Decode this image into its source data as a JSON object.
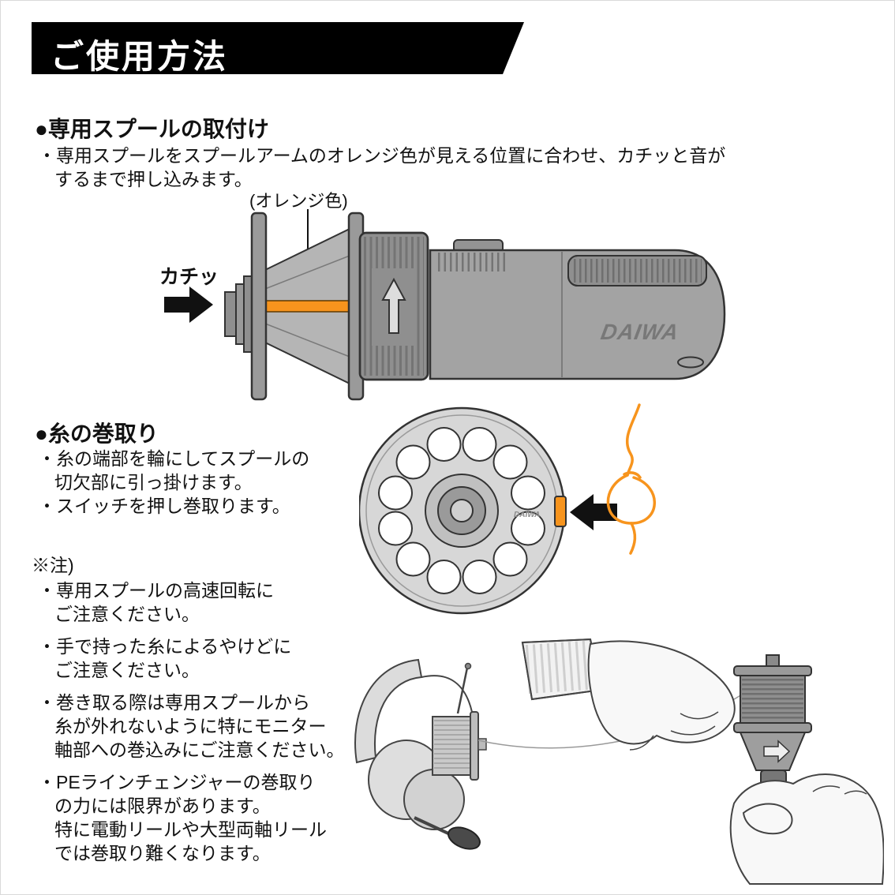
{
  "header": {
    "title": "ご使用方法"
  },
  "spool_section": {
    "heading": "●専用スプールの取付け",
    "body_line1": "・専用スプールをスプールアームのオレンジ色が見える位置に合わせ、カチッと音が",
    "body_line2": "するまで押し込みます。",
    "orange_label": "(オレンジ色)",
    "click_label": "カチッ",
    "brand": "DAIWA"
  },
  "winding_section": {
    "heading": "●糸の巻取り",
    "bullet1_line1": "・糸の端部を輪にしてスプールの",
    "bullet1_line2": "切欠部に引っ掛けます。",
    "bullet2": "・スイッチを押し巻取ります。"
  },
  "notes_section": {
    "heading": "※注)",
    "notes": [
      {
        "lines": [
          "・専用スプールの高速回転に",
          "ご注意ください。"
        ]
      },
      {
        "lines": [
          "・手で持った糸によるやけどに",
          "ご注意ください。"
        ]
      },
      {
        "lines": [
          "・巻き取る際は専用スプールから",
          "糸が外れないように特にモニター",
          "軸部への巻込みにご注意ください。"
        ]
      },
      {
        "lines": [
          "・PEラインチェンジャーの巻取り",
          "の力には限界があります。",
          "特に電動リールや大型両軸リール",
          "では巻取り難くなります。"
        ]
      }
    ]
  },
  "colors": {
    "accent_orange": "#f7941d",
    "banner_black": "#000000",
    "outline": "#333333",
    "device_gray": "#9e9e9e"
  }
}
